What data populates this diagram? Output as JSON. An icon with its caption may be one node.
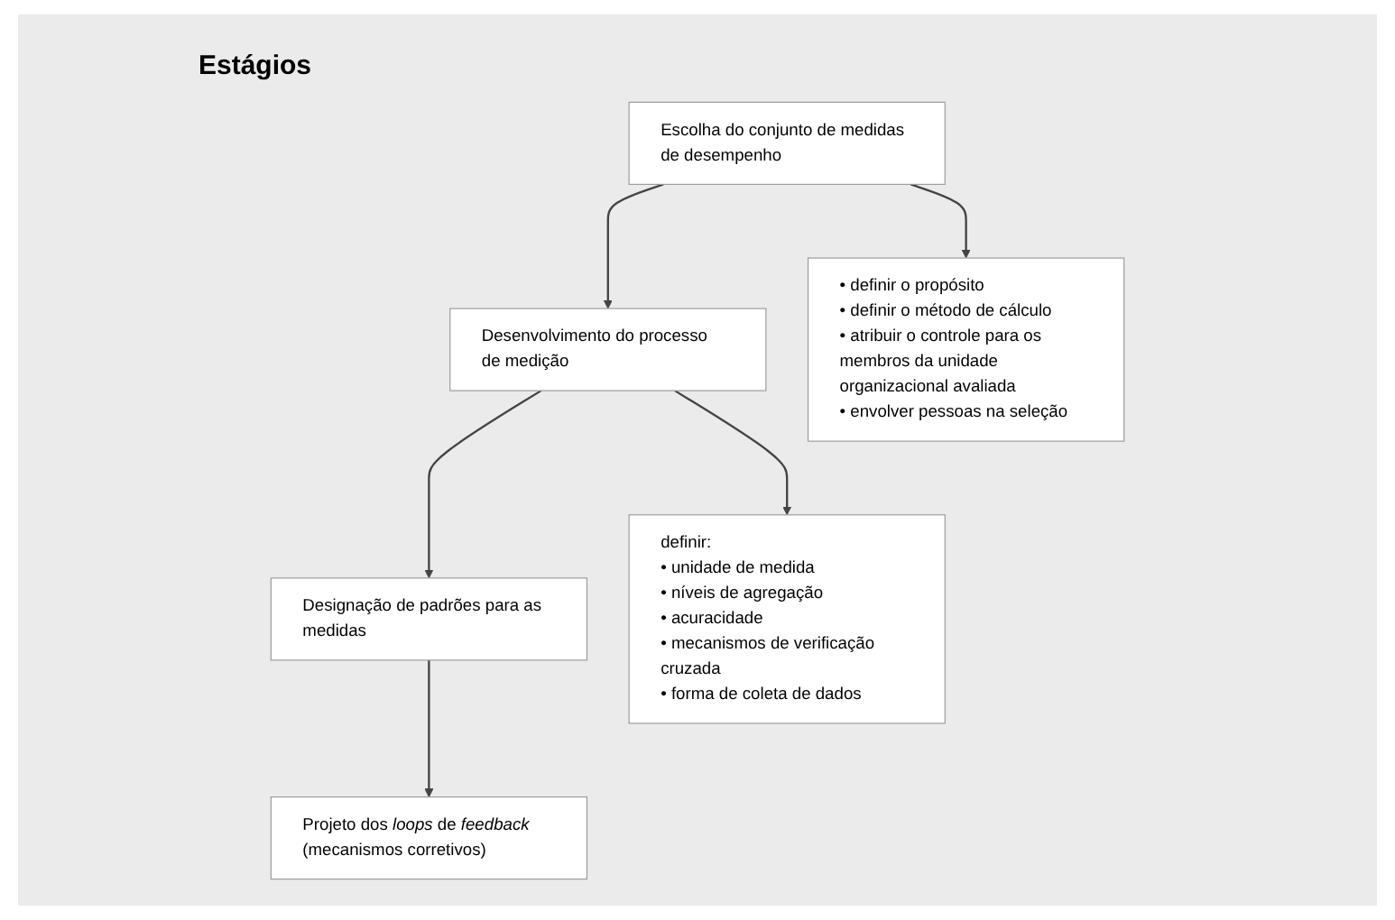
{
  "diagram": {
    "title": "Estágios",
    "nodes": [
      {
        "text": [
          "Escolha do conjunto de medidas de desempenho"
        ]
      },
      {
        "text": [
          "Desenvolvimento do processo de medição"
        ]
      },
      {
        "text": [
          "Designação de padrões para as medidas"
        ]
      },
      {
        "text": [
          "Projeto dos *loops* de *feedback* (mecanismos corretivos)"
        ]
      },
      {
        "text": [
          "• definir o propósito",
          "• definir o método de cálculo",
          "• atribuir o controle para os membros da unidade organizacional avaliada",
          "• envolver pessoas na seleção"
        ]
      },
      {
        "text": [
          "definir:",
          "• unidade de medida",
          "• níveis de agregação",
          "• acuracidade",
          "• mecanismos de verificação cruzada",
          "• forma de coleta de dados"
        ]
      }
    ],
    "edges": [
      {
        "from": 0,
        "to": 1,
        "arrow": "to"
      },
      {
        "from": 1,
        "to": 2,
        "arrow": "to"
      },
      {
        "from": 2,
        "to": 3,
        "arrow": "to"
      },
      {
        "from": 0,
        "to": 4,
        "arrow": "to"
      },
      {
        "from": 1,
        "to": 5,
        "arrow": "to"
      }
    ]
  }
}
